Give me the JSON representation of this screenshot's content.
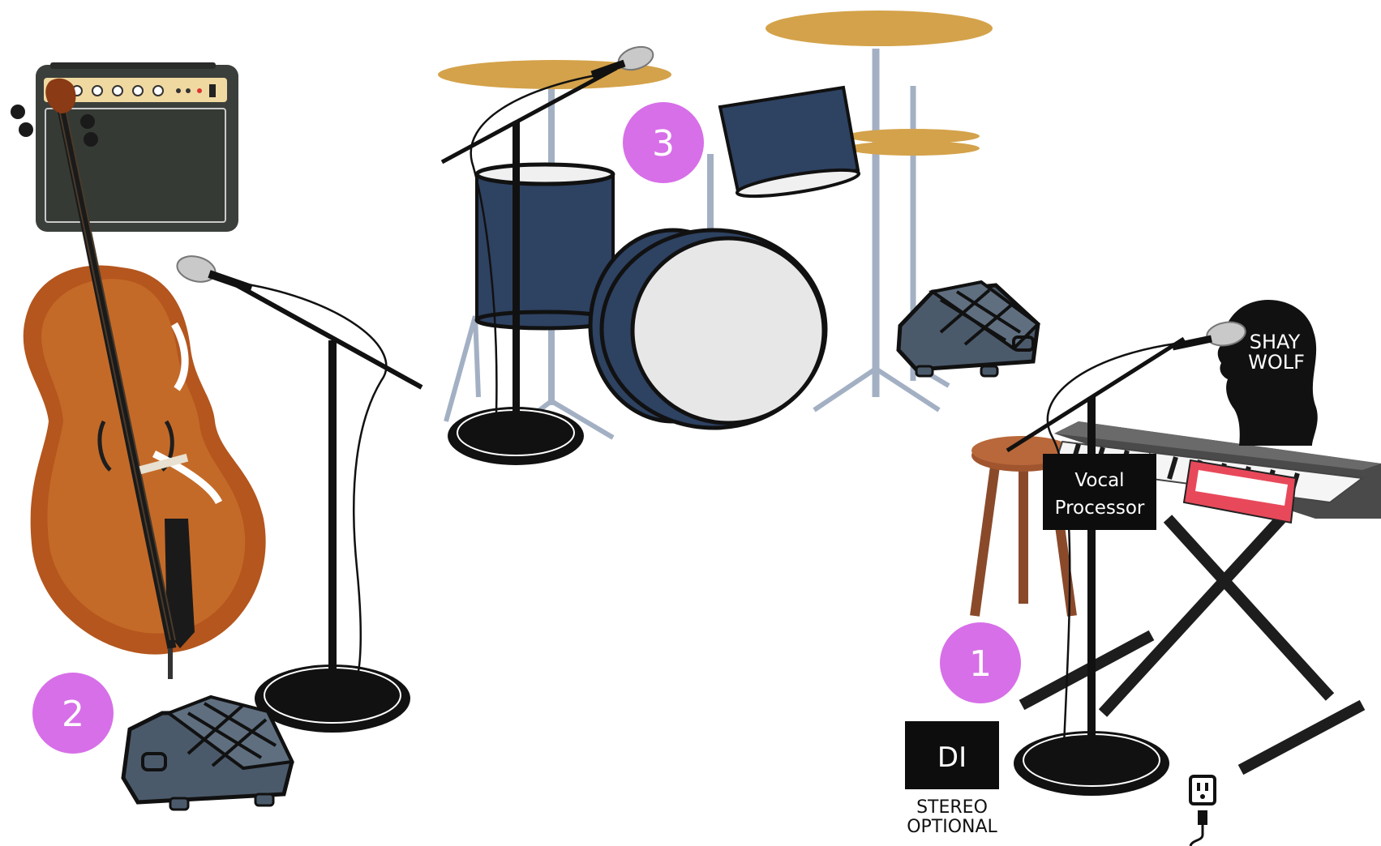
{
  "positions": [
    {
      "number": "1",
      "color": "#d76fe8"
    },
    {
      "number": "2",
      "color": "#d76fe8"
    },
    {
      "number": "3",
      "color": "#d76fe8"
    }
  ],
  "vocal_processor": {
    "line1": "Vocal",
    "line2": "Processor"
  },
  "di_box": {
    "label": "DI",
    "note_line1": "STEREO",
    "note_line2": "OPTIONAL"
  },
  "logo": {
    "line1": "SHAY",
    "line2": "WOLF"
  },
  "icons": [
    "guitar-amp-icon",
    "cello-icon",
    "mic-stand-icon",
    "floor-monitor-icon",
    "drum-kit-icon",
    "keyboard-icon",
    "stool-icon",
    "power-outlet-icon"
  ],
  "colors": {
    "badge": "#d76fe8",
    "drum_shell": "#2e4262",
    "hardware": "#a3b0c4",
    "cymbal": "#d4a24a",
    "monitor": "#4b5a6b",
    "cello": "#b4561e",
    "stool": "#8a4a2a",
    "keys_accent": "#e8495a"
  }
}
